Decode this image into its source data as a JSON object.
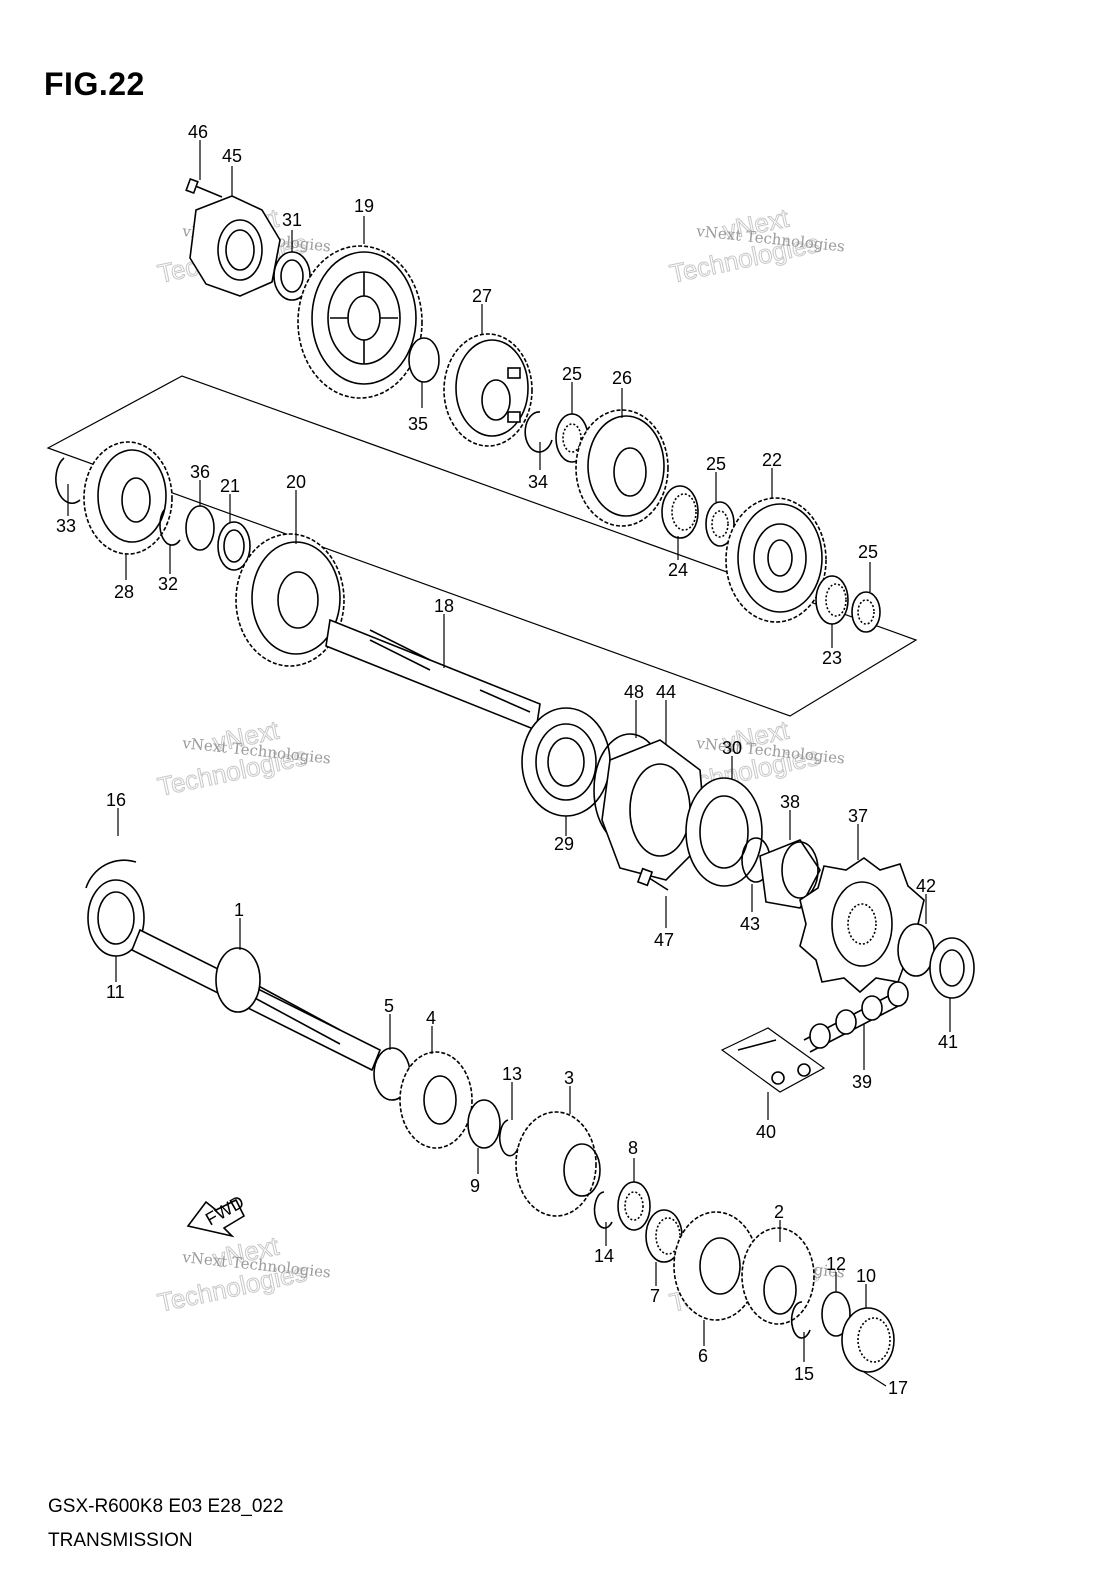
{
  "figure": {
    "title": "FIG.22"
  },
  "footer": {
    "model_code": "GSX-R600K8 E03 E28_022",
    "section_name": "TRANSMISSION"
  },
  "direction_arrow": {
    "label": "FWD"
  },
  "watermarks": [
    {
      "line1": "vNext Technologies",
      "line2": "Technologies",
      "line3": "vNext"
    },
    {
      "line1": "vNext Technologies",
      "line2": "Technologies",
      "line3": "vNext"
    },
    {
      "line1": "vNext Technologies",
      "line2": "Technologies",
      "line3": "vNext"
    },
    {
      "line1": "vNext Technologies",
      "line2": "Technologies",
      "line3": "vNext"
    },
    {
      "line1": "vNext Technologies",
      "line2": "Technologies",
      "line3": "vNext"
    },
    {
      "line1": "vNext Technologies",
      "line2": "Technologies",
      "line3": "vNext"
    }
  ],
  "callouts": [
    "46",
    "45",
    "31",
    "19",
    "27",
    "35",
    "25",
    "34",
    "26",
    "33",
    "28",
    "36",
    "32",
    "21",
    "20",
    "25",
    "22",
    "24",
    "25",
    "23",
    "18",
    "48",
    "44",
    "30",
    "29",
    "16",
    "38",
    "37",
    "42",
    "47",
    "43",
    "41",
    "1",
    "11",
    "5",
    "4",
    "13",
    "3",
    "39",
    "40",
    "8",
    "9",
    "14",
    "2",
    "12",
    "10",
    "7",
    "6",
    "15",
    "17"
  ]
}
